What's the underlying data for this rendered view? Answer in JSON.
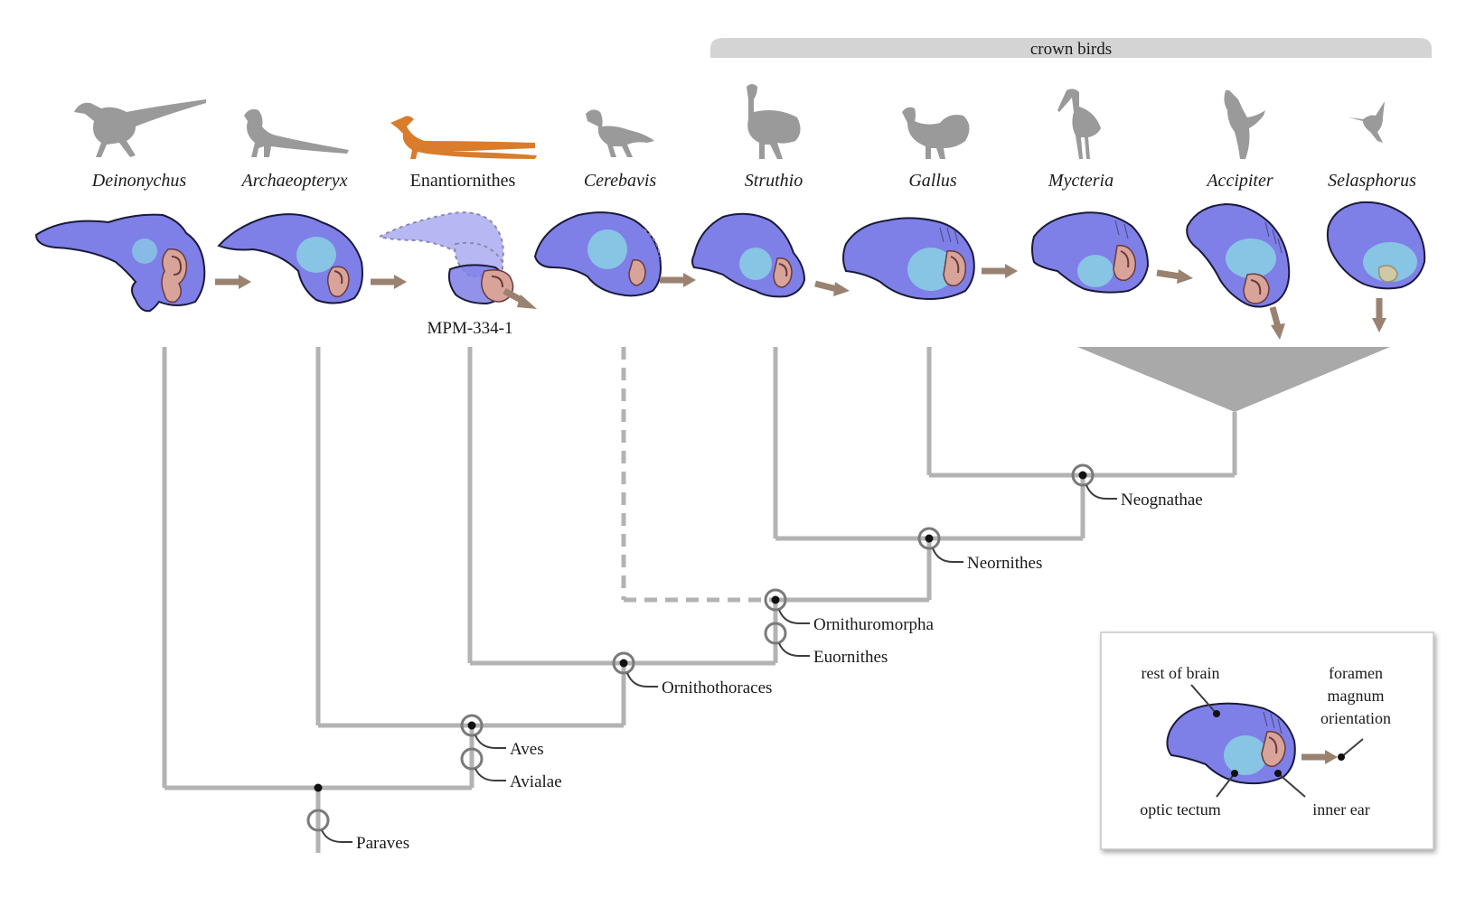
{
  "banner": {
    "label": "crown birds"
  },
  "taxa": [
    {
      "id": "deinonychus",
      "label": "Deinonychus",
      "italic": true
    },
    {
      "id": "archaeopteryx",
      "label": "Archaeopteryx",
      "italic": true
    },
    {
      "id": "enantiornithes",
      "label": "Enantiornithes",
      "italic": false
    },
    {
      "id": "cerebavis",
      "label": "Cerebavis",
      "italic": true
    },
    {
      "id": "struthio",
      "label": "Struthio",
      "italic": true
    },
    {
      "id": "gallus",
      "label": "Gallus",
      "italic": true
    },
    {
      "id": "mycteria",
      "label": "Mycteria",
      "italic": true
    },
    {
      "id": "accipiter",
      "label": "Accipiter",
      "italic": true
    },
    {
      "id": "selasphorus",
      "label": "Selasphorus",
      "italic": true
    }
  ],
  "specimen": {
    "label": "MPM-334-1"
  },
  "clades": {
    "neognathae": "Neognathae",
    "neornithes": "Neornithes",
    "ornithuromorpha": "Ornithuromorpha",
    "euornithes": "Euornithes",
    "ornithothoraces": "Ornithothoraces",
    "aves": "Aves",
    "avialae": "Avialae",
    "paraves": "Paraves"
  },
  "inset": {
    "rest_of_brain": "rest of brain",
    "foramen_line1": "foramen",
    "foramen_line2": "magnum",
    "foramen_line3": "orientation",
    "optic_tectum": "optic tectum",
    "inner_ear": "inner ear"
  },
  "colors": {
    "brain": "#7f7fe8",
    "optic_tectum": "#88c4e4",
    "inner_ear": "#d8a49a",
    "arrow": "#9a8270",
    "branch": "#b3b3b3",
    "silhouette": "#9a9a9a",
    "highlight_taxon": "#d97c2b"
  }
}
